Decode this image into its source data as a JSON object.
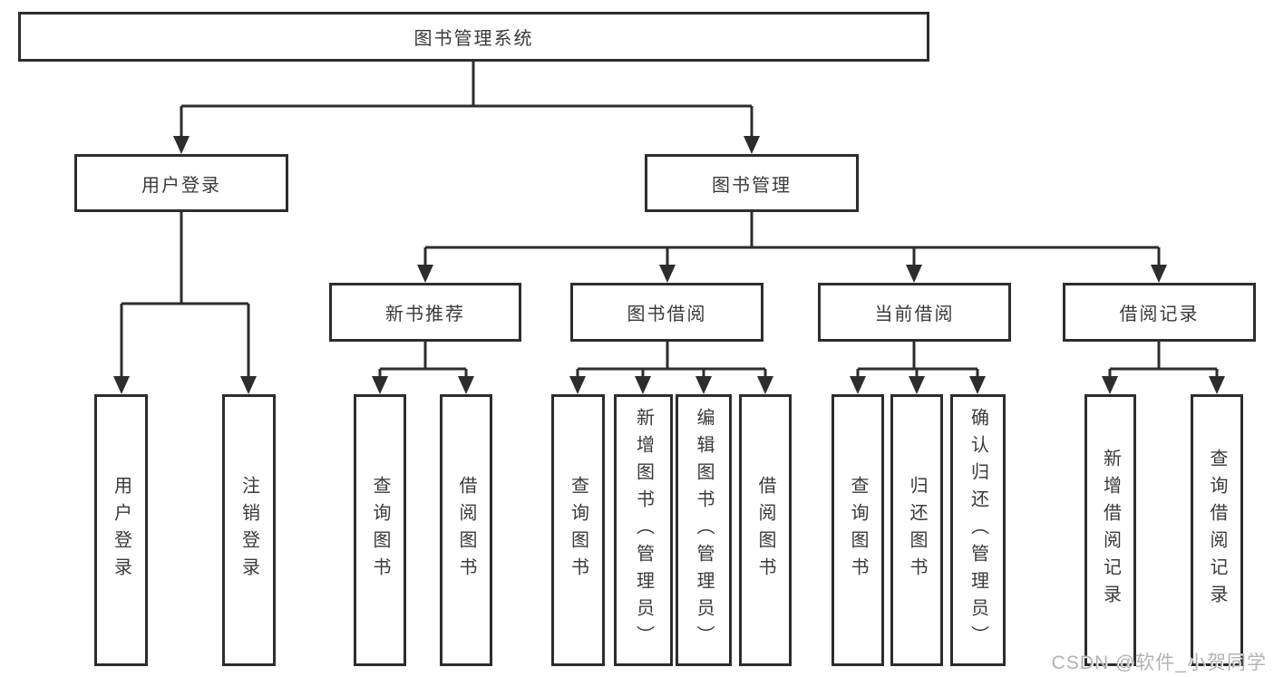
{
  "diagram": {
    "root": {
      "label": "图书管理系统"
    },
    "branches": [
      {
        "label": "用户登录",
        "children": [
          {
            "label": "用户登录"
          },
          {
            "label": "注销登录"
          }
        ]
      },
      {
        "label": "图书管理",
        "sections": [
          {
            "label": "新书推荐",
            "children": [
              {
                "label": "查询图书"
              },
              {
                "label": "借阅图书"
              }
            ]
          },
          {
            "label": "图书借阅",
            "children": [
              {
                "label": "查询图书"
              },
              {
                "label": "新增图书（管理员）"
              },
              {
                "label": "编辑图书（管理员）"
              },
              {
                "label": "借阅图书"
              }
            ]
          },
          {
            "label": "当前借阅",
            "children": [
              {
                "label": "查询图书"
              },
              {
                "label": "归还图书"
              },
              {
                "label": "确认归还（管理员）"
              }
            ]
          },
          {
            "label": "借阅记录",
            "children": [
              {
                "label": "新增借阅记录"
              },
              {
                "label": "查询借阅记录"
              }
            ]
          }
        ]
      }
    ]
  },
  "colors": {
    "line": "#2d2d2d",
    "text": "#3a3a3a",
    "background": "#ffffff",
    "watermark": "#b3b3b3"
  },
  "watermark": {
    "text": "CSDN @软件_小贺同学"
  }
}
